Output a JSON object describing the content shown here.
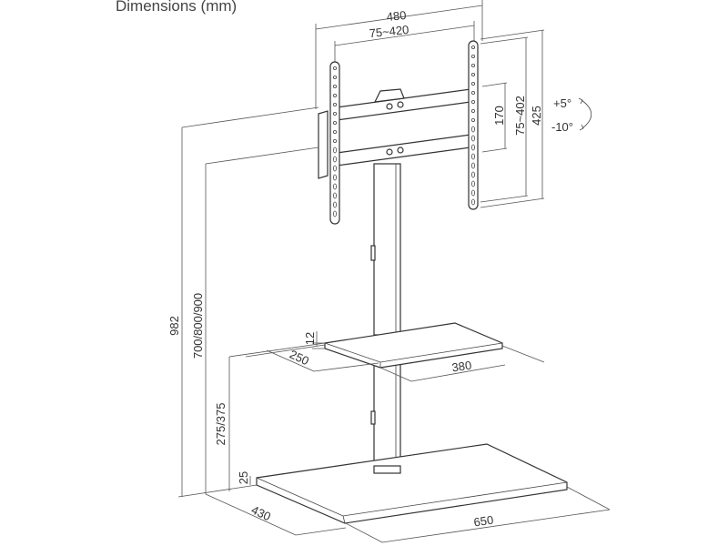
{
  "title": "Dimensions (mm)",
  "dimensions": {
    "overall_width": "480",
    "vesa_width": "75~420",
    "bracket_height": "425",
    "vesa_height": "75~402",
    "rail_spacing": "170",
    "tilt_up": "+5°",
    "tilt_down": "-10°",
    "total_height": "982",
    "mount_height": "700/800/900",
    "shelf_thickness": "12",
    "shelf_depth": "250",
    "shelf_width": "380",
    "shelf_height": "275/375",
    "base_thickness": "25",
    "base_depth": "430",
    "base_width": "650"
  }
}
